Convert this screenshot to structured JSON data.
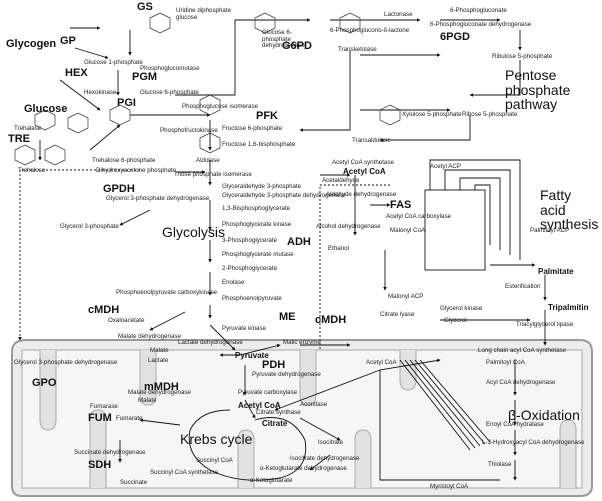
{
  "colors": {
    "ink": "#111111",
    "paper": "#ffffff",
    "membrane": "#d9d9d9",
    "membrane_edge": "#9a9a9a"
  },
  "pathways": {
    "pentose_phosphate": "Pentose phosphate pathway",
    "glycolysis": "Glycolysis",
    "fatty_acid_synthesis": "Fatty acid synthesis",
    "krebs_cycle": "Krebs cycle",
    "beta_oxidation": "β-Oxidation"
  },
  "enzymes": {
    "gs": "GS",
    "gp": "GP",
    "glycogen": "Glycogen",
    "hex": "HEX",
    "pgm": "PGM",
    "pgi": "PGI",
    "glucose": "Glucose",
    "tre": "TRE",
    "pfk": "PFK",
    "g6pd": "G6PD",
    "sixpgd": "6PGD",
    "gpdh": "GPDH",
    "fas": "FAS",
    "adh": "ADH",
    "me": "ME",
    "cmdh_left": "cMDH",
    "cmdh_right": "cMDH",
    "pdh": "PDH",
    "mmdh": "mMDH",
    "gpo": "GPO",
    "fum": "FUM",
    "sdh": "SDH"
  },
  "metabolites": {
    "uridine_diphosphate_glucose": "Uridine diphosphate glucose",
    "glucose_1_phosphate": "Glucose 1-phosphate",
    "phosphoglucomutase": "Phosphoglucomutase",
    "glucose_6_phosphate": "Glucose 6-phosphate",
    "phosphoglucose_isomerase": "Phosphoglucose isomerase",
    "hexokinase": "Hexokinase",
    "glucose_6p_dehydrogenase": "Glucose 6-phosphate dehydrogenase",
    "six_phosphogluconolactone": "6-Phosphoglucono-δ-lactone",
    "lactonase": "Lactonase",
    "six_phosphogluconate": "6-Phosphogluconate",
    "six_pg_dehydrogenase": "6-Phosphogluconate dehydrogenase",
    "ribulose_5p": "Ribulose 5-phosphate",
    "transketolase": "Transketolase",
    "transaldolase": "Transaldolase",
    "xylulose_5p": "Xylulose 5-phosphate",
    "ribose_5p": "Ribose 5-phosphate",
    "fructose_6p": "Fructose 6-phosphate",
    "phosphofructokinase": "Phosphofructokinase",
    "fructose_16_bp": "Fructose 1,6-bisphosphate",
    "aldolase": "Aldolase",
    "trehalose": "Trehalose",
    "trehalase": "Trehalase",
    "trehalose_6p": "Trehalose 6-phosphate",
    "dhap": "Dihydroxyacetone phosphate",
    "triose_isomerase": "Triose phosphate isomerase",
    "g3p": "Glyceraldehyde 3-phosphate",
    "g3p_dehydrogenase": "Glyceraldehyde 3-phosphate dehydrogenase",
    "bpg": "1,3-Bisphosphoglycerate",
    "pgk": "Phosphoglycerate kinase",
    "three_pg": "3-Phosphoglycerate",
    "pgm2": "Phosphoglycerate mutase",
    "two_pg": "2-Phosphoglycerate",
    "enolase": "Enolase",
    "pep": "Phosphoenolpyruvate",
    "pyruvate_kinase": "Pyruvate kinase",
    "pepck": "Phosphoenolpyruvate carboxykinase",
    "oxaloacetate": "Oxaloacetate",
    "malate": "Malate",
    "malate_dh": "Malate dehydrogenase",
    "malic_enzyme": "Malic enzyme",
    "lactate": "Lactate",
    "lactate_dh": "Lactate dehydrogenase",
    "pyruvate": "Pyruvate",
    "pyruvate_dh": "Pyruvate dehydrogenase",
    "pyruvate_carboxylase": "Pyruvate carboxylase",
    "acetyl_coa": "Acetyl CoA",
    "citrate": "Citrate",
    "citrate_synthase": "Citrate synthase",
    "aconitase": "Aconitase",
    "isocitrate": "Isocitrate",
    "isocitrate_dh": "Isocitrate dehydrogenase",
    "akg": "α-Ketoglutarate",
    "akg_dh": "α-Ketoglutarate dehydrogenase",
    "succinyl_coa": "Succinyl CoA",
    "succinyl_coa_synthetase": "Succinyl CoA synthetase",
    "succinate": "Succinate",
    "succinate_dh": "Succinate dehydrogenase",
    "fumarate": "Fumarate",
    "fumarase": "Fumarase",
    "glycerol_3p": "Glycerol 3-phosphate",
    "glycerol_3p_dh": "Glycerol 3-phosphate dehydrogenase",
    "acetaldehyde": "Acetaldehyde",
    "aldehyde_dh": "Aldehyde dehydrogenase",
    "alcohol_dh": "Alcohol dehydrogenase",
    "ethanol": "Ethanol",
    "acetyl_coa_synthetase": "Acetyl CoA synthetase",
    "acetyl_coa_carboxylase": "Acetyl CoA carboxylase",
    "malonyl_coa": "Malonyl CoA",
    "palmitate": "Palmitate",
    "tripalmitin": "Tripalmitin",
    "triacylglycerol_lipase": "Triacylglycerol lipase",
    "glycerol": "Glycerol",
    "glycerol_kinase": "Glycerol kinase",
    "acyl_coa_synthetase": "Long chain acyl CoA synthetase",
    "esterification": "Esterification",
    "palmitoyl_coa": "Palmitoyl CoA",
    "acyl_coa_dh": "Acyl CoA dehydrogenase",
    "enoyl_coa_hydratase": "Enoyl CoA hydratase",
    "hydroxyacyl_dh": "L-3-Hydroxyacyl CoA dehydrogenase",
    "thiolase": "Thiolase",
    "myristoyl_coa": "Myristoyl CoA",
    "palmitoyl_acp": "Palmitoyl ACP",
    "malonyl_acp": "Malonyl ACP",
    "acetyl_acp": "Acetyl ACP",
    "citrate_lyase": "Citrate lyase"
  }
}
